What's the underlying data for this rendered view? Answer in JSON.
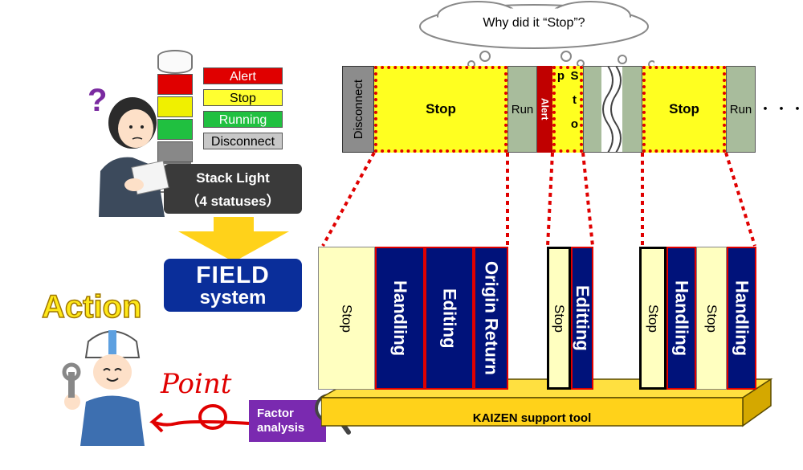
{
  "cloud": {
    "text": "Why did it “Stop”?"
  },
  "stack_light": {
    "labels": [
      {
        "text": "Alert",
        "color": "#e00000"
      },
      {
        "text": "Stop",
        "color": "#ffff20"
      },
      {
        "text": "Running",
        "color": "#20c040"
      },
      {
        "text": "Disconnect",
        "color": "#b8b8b8"
      }
    ],
    "caption_line1": "Stack Light",
    "caption_line2": "（4 statuses）"
  },
  "field": {
    "line1": "FIELD",
    "line2": "system"
  },
  "action": {
    "text": "Action"
  },
  "point": {
    "text": "Point"
  },
  "factor": {
    "line1": "Factor",
    "line2": "analysis"
  },
  "kaizen": {
    "text": "KAIZEN support tool"
  },
  "timeline": {
    "segments": [
      "Disconnect",
      "Stop",
      "Run",
      "Alert",
      "S t o p",
      "Stop",
      "Run"
    ],
    "ellipsis": "・・・"
  },
  "breakdown": {
    "group1": [
      "Stop",
      "Handling",
      "Editing",
      "Origin Return"
    ],
    "group2": [
      "Stop",
      "Editting"
    ],
    "group3": [
      "Stop",
      "Handling",
      "Stop",
      "Handling"
    ]
  },
  "colors": {
    "navy": "#00127a",
    "red": "#e00000",
    "yellow": "#ffff20",
    "gold": "#f5c400",
    "run_green": "#a8bc9c"
  }
}
